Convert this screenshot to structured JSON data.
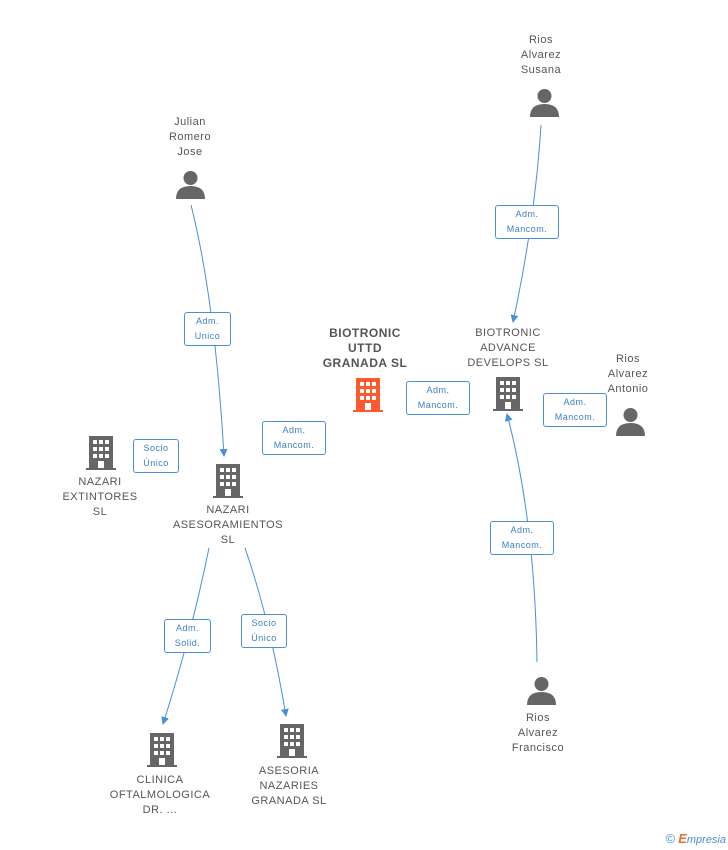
{
  "colors": {
    "edge": "#4a90d9",
    "building": "#666666",
    "building_main": "#ff5a2e",
    "person": "#666666"
  },
  "nodes": {
    "biotronic_uttd": "BIOTRONIC\nUTTD\nGRANADA  SL",
    "biotronic_advance": "BIOTRONIC\nADVANCE\nDEVELOPS SL",
    "nazari_asesoramientos": "NAZARI\nASESORAMIENTOS\nSL",
    "nazari_extintores": "NAZARI\nEXTINTORES\nSL",
    "clinica": "CLINICA\nOFTALMOLOGICA\nDR. ...",
    "asesoria": "ASESORIA\nNAZARIES\nGRANADA  SL",
    "julian": "Julian\nRomero\nJose",
    "rios_susana": "Rios\nAlvarez\nSusana",
    "rios_antonio": "Rios\nAlvarez\nAntonio",
    "rios_francisco": "Rios\nAlvarez\nFrancisco"
  },
  "relations": {
    "adm_unico": "Adm.\nUnico",
    "adm_mancom_1": "Adm.\nMancom.",
    "adm_mancom_2": "Adm.\nMancom.",
    "adm_mancom_3": "Adm.\nMancom.",
    "adm_mancom_4": "Adm.\nMancom.",
    "adm_mancom_5": "Adm.\nMancom.",
    "socio_unico_1": "Socio\nÚnico",
    "socio_unico_2": "Socio\nÚnico",
    "adm_solid": "Adm.\nSolid."
  },
  "footer": {
    "copyright": "©",
    "brand_initial": "E",
    "brand_rest": "mpresia"
  }
}
